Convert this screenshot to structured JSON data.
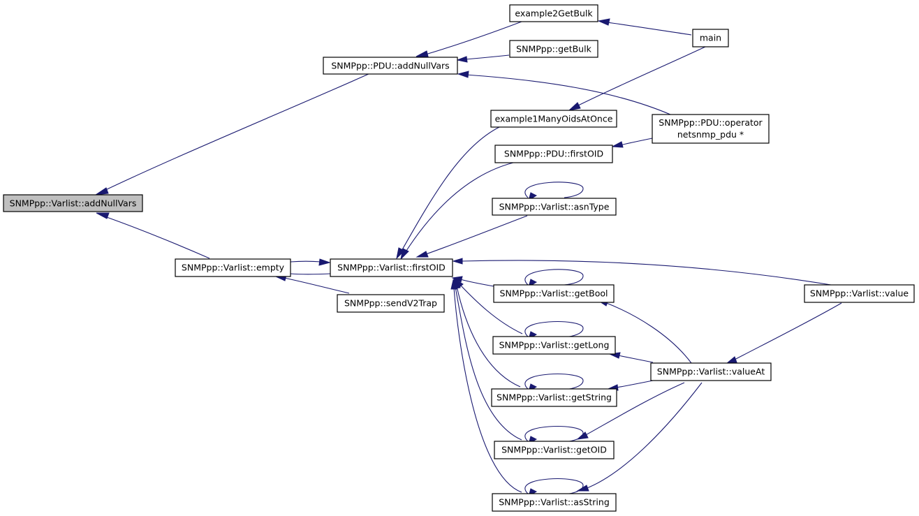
{
  "nodes": {
    "varlist_addNullVars": "SNMPpp::Varlist::addNullVars",
    "pdu_addNullVars": "SNMPpp::PDU::addNullVars",
    "example2GetBulk": "example2GetBulk",
    "main": "main",
    "getBulk": "SNMPpp::getBulk",
    "example1ManyOidsAtOnce": "example1ManyOidsAtOnce",
    "pdu_operator_line1": "SNMPpp::PDU::operator",
    "pdu_operator_line2": "netsnmp_pdu *",
    "pdu_firstOID": "SNMPpp::PDU::firstOID",
    "varlist_asnType": "SNMPpp::Varlist::asnType",
    "varlist_empty": "SNMPpp::Varlist::empty",
    "varlist_firstOID": "SNMPpp::Varlist::firstOID",
    "sendV2Trap": "SNMPpp::sendV2Trap",
    "varlist_getBool": "SNMPpp::Varlist::getBool",
    "varlist_value": "SNMPpp::Varlist::value",
    "varlist_getLong": "SNMPpp::Varlist::getLong",
    "varlist_valueAt": "SNMPpp::Varlist::valueAt",
    "varlist_getString": "SNMPpp::Varlist::getString",
    "varlist_getOID": "SNMPpp::Varlist::getOID",
    "varlist_asString": "SNMPpp::Varlist::asString"
  },
  "colors": {
    "edge": "#191970",
    "node_border": "#000000",
    "node_fill": "#ffffff",
    "highlight_fill": "#bfbfbf"
  }
}
